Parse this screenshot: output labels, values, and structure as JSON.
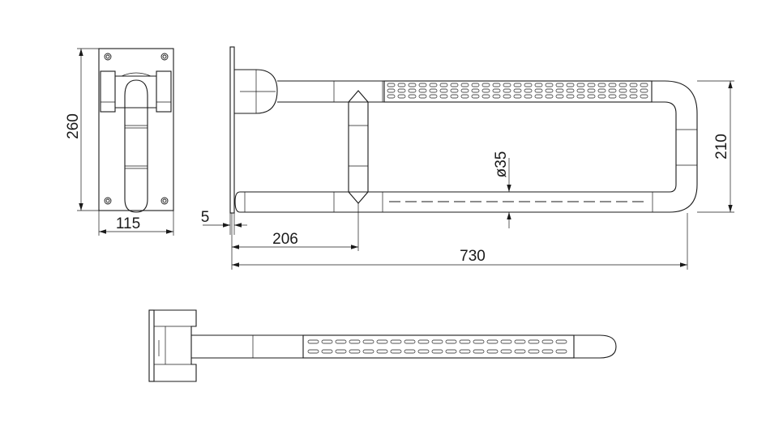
{
  "dimensions": {
    "plate_height": "260",
    "plate_width": "115",
    "wall_offset": "5",
    "hinge_distance": "206",
    "total_length": "730",
    "rail_height": "210",
    "tube_diameter": "ø35"
  },
  "colors": {
    "line": "#1a1a1a",
    "background": "#ffffff"
  }
}
